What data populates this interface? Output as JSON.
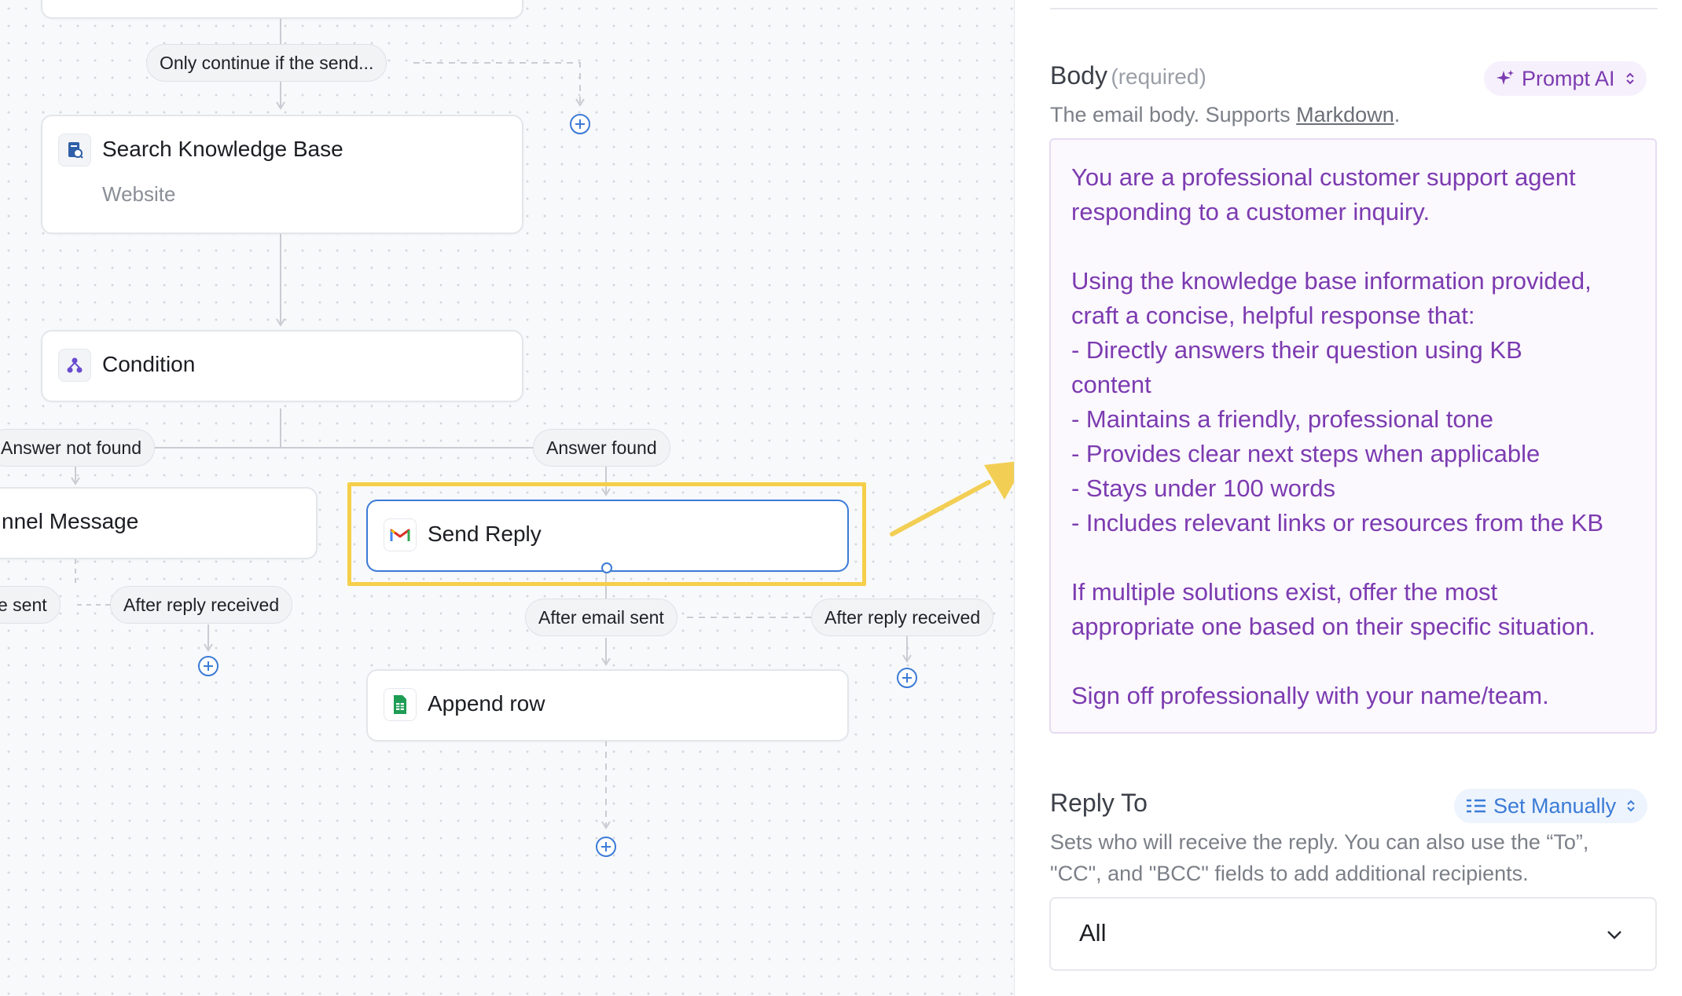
{
  "canvas": {
    "nodes": {
      "search_kb": {
        "title": "Search Knowledge Base",
        "subtitle": "Website",
        "icon": "knowledge-base-icon"
      },
      "condition": {
        "title": "Condition",
        "icon": "condition-branch-icon"
      },
      "channel_message": {
        "title": "nnel Message"
      },
      "send_reply": {
        "title": "Send Reply",
        "icon": "gmail-icon"
      },
      "append_row": {
        "title": "Append row",
        "icon": "google-sheets-icon"
      }
    },
    "pills": {
      "only_continue": "Only continue if the send...",
      "answer_not_found": "Answer not found",
      "answer_found": "Answer found",
      "left_sent": "e sent",
      "left_after_reply": "After reply received",
      "after_email_sent": "After email sent",
      "right_after_reply": "After reply received"
    },
    "highlight_color": "#f5cf4a",
    "accent_color": "#3b7bd6"
  },
  "panel": {
    "body": {
      "title": "Body",
      "required": "(required)",
      "mode_label": "Prompt AI",
      "description_prefix": "The email body. Supports ",
      "description_link": "Markdown",
      "description_suffix": ".",
      "content_lines": [
        "You are a professional customer support agent",
        "responding to a customer inquiry.",
        "",
        "Using the knowledge base information provided,",
        "craft a concise, helpful response that:",
        "- Directly answers their question using KB",
        "content",
        "- Maintains a friendly, professional tone",
        "- Provides clear next steps when applicable",
        "- Stays under 100 words",
        "- Includes relevant links or resources from the KB",
        "",
        "If multiple solutions exist, offer the most",
        "appropriate one based on their specific situation.",
        "",
        "Sign off professionally with your name/team."
      ],
      "text_color": "#7c3bb0"
    },
    "reply_to": {
      "title": "Reply To",
      "mode_label": "Set Manually",
      "description_line1": "Sets who will receive the reply. You can also use the “To”,",
      "description_line2": "\"CC\", and \"BCC\" fields to add additional recipients.",
      "selected_value": "All"
    }
  }
}
